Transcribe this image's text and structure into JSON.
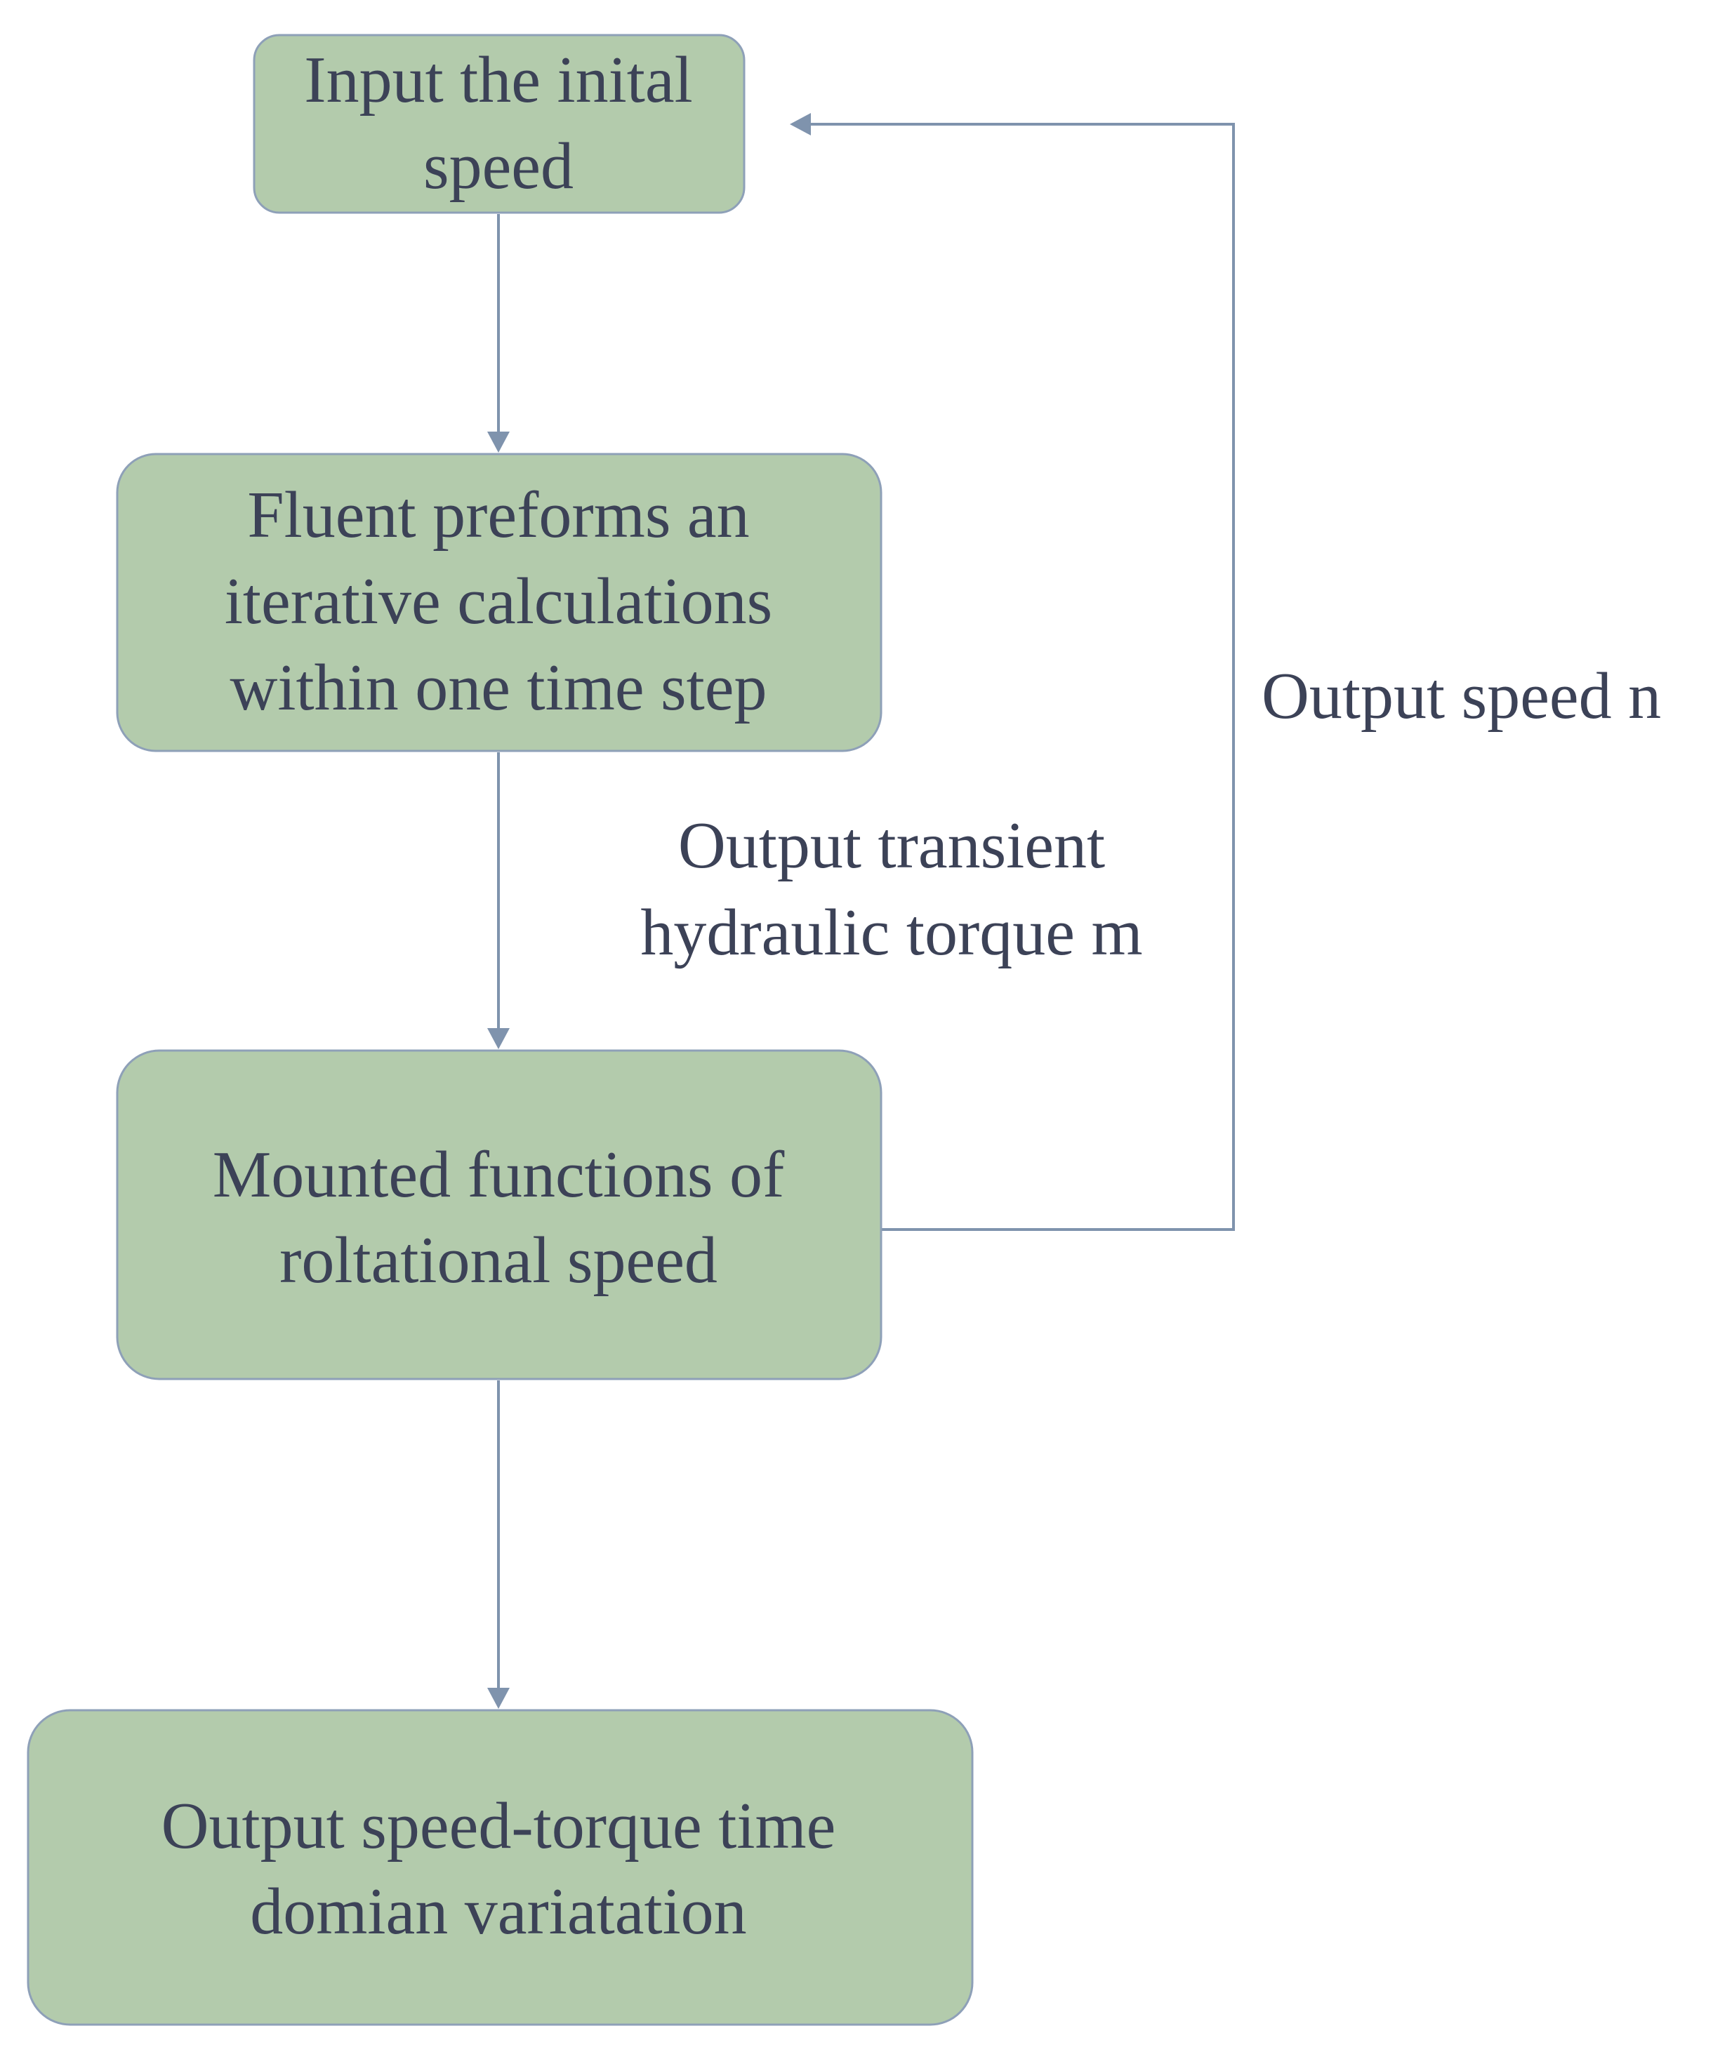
{
  "nodes": {
    "input_speed": {
      "lines": [
        "Input the inital",
        "speed"
      ]
    },
    "fluent_calc": {
      "lines": [
        "Fluent preforms an",
        "iterative calculations",
        "within one time step"
      ]
    },
    "mounted_functions": {
      "lines": [
        "Mounted functions of",
        "roltational speed"
      ]
    },
    "output_variation": {
      "lines": [
        "Output speed-torque time",
        "domian variatation"
      ]
    }
  },
  "edges": {
    "torque_label": {
      "lines": [
        "Output  transient",
        "hydraulic torque m"
      ]
    },
    "speed_label": {
      "lines": [
        "Output speed n"
      ]
    }
  },
  "colors": {
    "box_fill": "#b3cbac",
    "box_stroke": "#8ea0b8",
    "line": "#7f93ad",
    "text": "#3c4257"
  }
}
